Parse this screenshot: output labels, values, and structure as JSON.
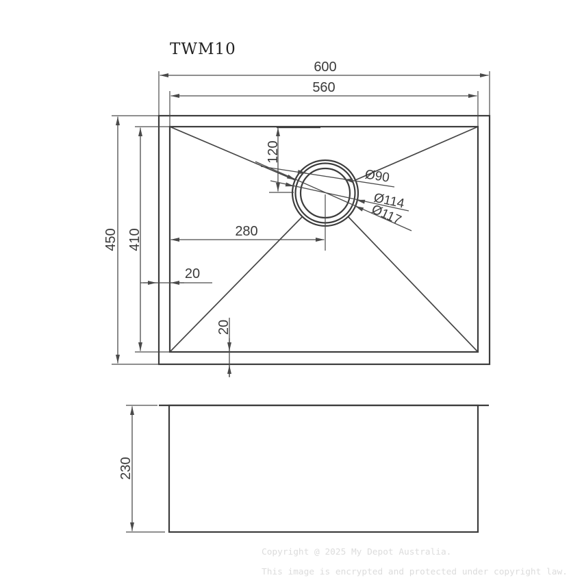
{
  "title": "TWM10",
  "top_view": {
    "outer_width": "600",
    "inner_width": "560",
    "outer_height": "450",
    "inner_height": "410",
    "drain_from_top": "120",
    "drain_from_left": "280",
    "rim_gap_left": "20",
    "rim_gap_bottom": "20",
    "drain_diameters": {
      "inner": "Ø90",
      "middle": "Ø114",
      "outer": "Ø117"
    }
  },
  "side_view": {
    "depth": "230"
  },
  "watermark": {
    "line1": "Copyright @ 2025 My Depot Australia.",
    "line2": "This image is encrypted and protected under copyright law."
  },
  "colors": {
    "line": "#3c3c3c",
    "dimension_line": "#4a4a4a",
    "text": "#3a3a3a",
    "watermark": "#dcdcdc",
    "background": "#ffffff"
  }
}
